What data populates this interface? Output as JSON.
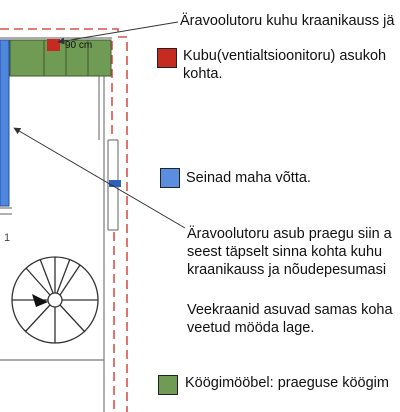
{
  "plan": {
    "dimension_label": "90 cm",
    "floor_mark": "1",
    "colors": {
      "wall_blue": "#4f86de",
      "furniture_green": "#6f9b55",
      "faucet_red": "#c62b21",
      "dash_red": "#d9514a",
      "line": "#333333"
    }
  },
  "annotations": {
    "drain_faucet_title": "Äravoolutoru kuhu kraanikauss jä",
    "drain_now_line1": "Äravoolutoru asub praegu siin a",
    "drain_now_line2": "seest täpselt sinna kohta kuhu",
    "drain_now_line3": "kraanikauss ja nõudepesumasi",
    "taps_line1": "Veekraanid asuvad samas koha",
    "taps_line2": "veetud mööda lage."
  },
  "legend": {
    "items": [
      {
        "color": "#c62b21",
        "line1": "Kubu(ventialtsioonitoru) asukoh",
        "line2": "kohta."
      },
      {
        "color": "#5b8de0",
        "line1": "Seinad maha võtta."
      },
      {
        "color": "#6f9b55",
        "line1": "Köögimööbel: praeguse köögim"
      }
    ]
  }
}
